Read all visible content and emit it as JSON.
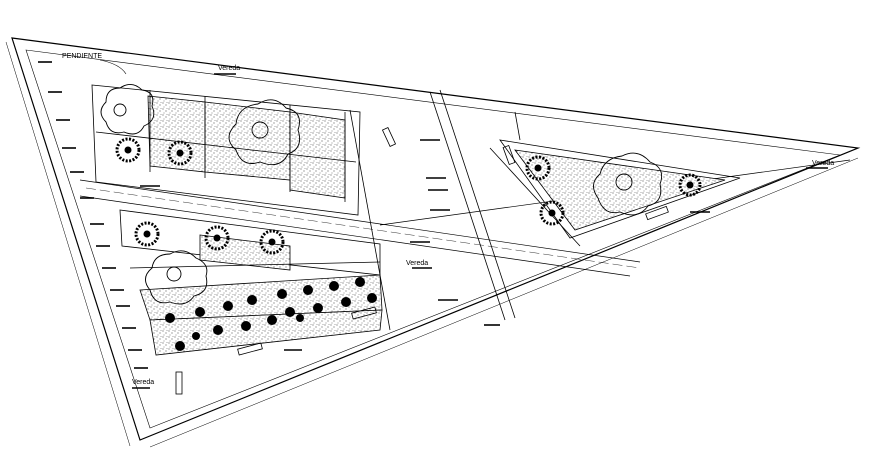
{
  "labels": {
    "pendiente": "PENDIENTE",
    "vereda_top": "Vereda",
    "vereda_mid": "Vereda",
    "vereda_right": "Vereda",
    "vereda_bottom": "Vereda"
  },
  "colors": {
    "line": "#000000",
    "background": "#ffffff"
  }
}
